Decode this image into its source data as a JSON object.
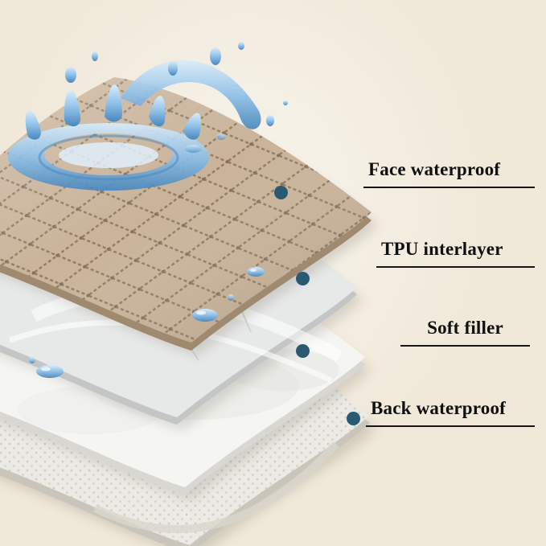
{
  "colors": {
    "background": "#f0e8d8",
    "dot": "#2a5a72",
    "line": "#161616",
    "water": "#4887bd"
  },
  "callouts": [
    {
      "label": "Face waterproof"
    },
    {
      "label": "TPU interlayer"
    },
    {
      "label": "Soft filler"
    },
    {
      "label": "Back waterproof"
    }
  ],
  "layers": [
    {
      "name": "face-waterproof",
      "fill": "#c9b39a"
    },
    {
      "name": "tpu-interlayer",
      "fill": "#e7e9e8"
    },
    {
      "name": "soft-filler",
      "fill": "#f5f5f2"
    },
    {
      "name": "back-waterproof",
      "fill": "#eceae4"
    }
  ]
}
